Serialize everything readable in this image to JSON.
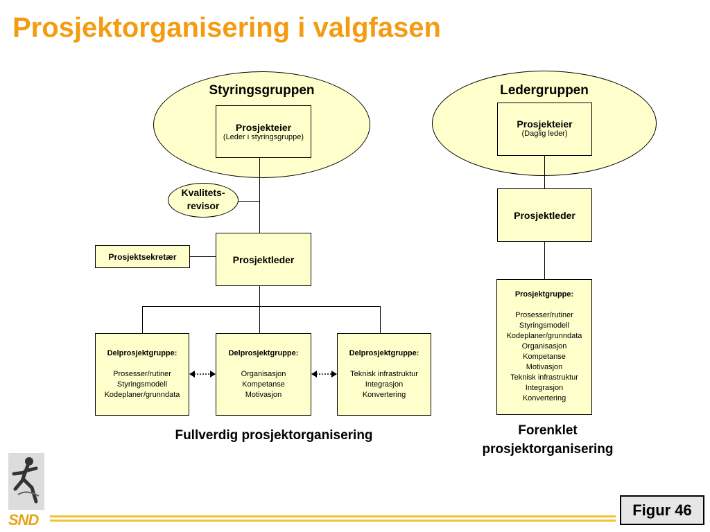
{
  "title": "Prosjektorganisering i valgfasen",
  "left": {
    "group_label": "Styringsgruppen",
    "owner": {
      "title": "Prosjekteier",
      "subtitle": "(Leder i styringsgruppe)"
    },
    "quality": {
      "line1": "Kvalitets-",
      "line2": "revisor"
    },
    "secretary": "Prosjektsekretær",
    "leader": "Prosjektleder",
    "subgroups": [
      {
        "title": "Delprosjektgruppe:",
        "items": [
          "Prosesser/rutiner",
          "Styringsmodell",
          "Kodeplaner/grunndata"
        ]
      },
      {
        "title": "Delprosjektgruppe:",
        "items": [
          "Organisasjon",
          "Kompetanse",
          "Motivasjon"
        ]
      },
      {
        "title": "Delprosjektgruppe:",
        "items": [
          "Teknisk infrastruktur",
          "Integrasjon",
          "Konvertering"
        ]
      }
    ],
    "caption": "Fullverdig prosjektorganisering"
  },
  "right": {
    "group_label": "Ledergruppen",
    "owner": {
      "title": "Prosjekteier",
      "subtitle": "(Daglig leder)"
    },
    "leader": "Prosjektleder",
    "group": {
      "title": "Prosjektgruppe:",
      "items": [
        "Prosesser/rutiner",
        "Styringsmodell",
        "Kodeplaner/grunndata",
        "Organisasjon",
        "Kompetanse",
        "Motivasjon",
        "Teknisk infrastruktur",
        "Integrasjon",
        "Konvertering"
      ]
    },
    "caption_line1": "Forenklet",
    "caption_line2": "prosjektorganisering"
  },
  "figure_label": "Figur 46",
  "logo_text": "SND",
  "colors": {
    "title": "#F39C12",
    "box_fill": "#FFFFCC",
    "stripe": "#F1C232",
    "figure_bg": "#E6E6E6"
  }
}
